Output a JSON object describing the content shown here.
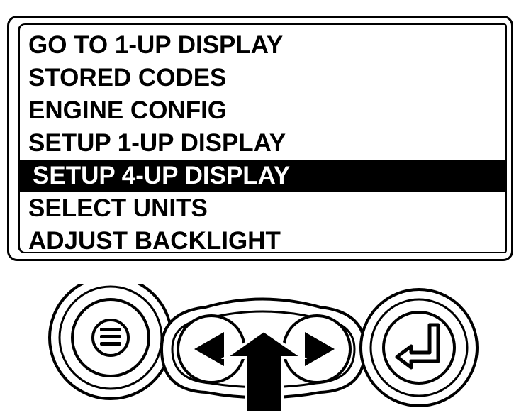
{
  "menu": {
    "items": [
      {
        "label": "GO TO 1-UP DISPLAY",
        "selected": false
      },
      {
        "label": "STORED CODES",
        "selected": false
      },
      {
        "label": "ENGINE CONFIG",
        "selected": false
      },
      {
        "label": "SETUP 1-UP DISPLAY",
        "selected": false
      },
      {
        "label": "SETUP 4-UP DISPLAY",
        "selected": true
      },
      {
        "label": "SELECT UNITS",
        "selected": false
      },
      {
        "label": "ADJUST BACKLIGHT",
        "selected": false
      }
    ]
  },
  "buttons": {
    "menu_icon": "menu-icon",
    "left_icon": "left-arrow-icon",
    "right_icon": "right-arrow-icon",
    "enter_icon": "enter-icon",
    "pointer_icon": "up-arrow-pointer"
  },
  "colors": {
    "ink": "#000000",
    "paper": "#ffffff"
  }
}
